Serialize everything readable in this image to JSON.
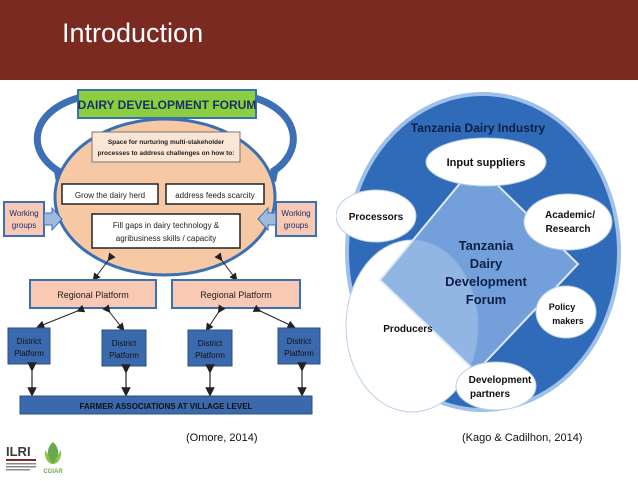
{
  "header": {
    "title": "Introduction"
  },
  "left_figure": {
    "forum_title": "DAIRY DEVELOPMENT FORUM",
    "space_text_line1": "Space for nurturing multi-stakeholder",
    "space_text_line2": "processes to address challenges on how to:",
    "box_grow": "Grow the dairy herd",
    "box_feeds": "address feeds scarcity",
    "box_fill_line1": "Fill gaps in dairy technology &",
    "box_fill_line2": "agribusiness skills / capacity",
    "working_groups_line1": "Working",
    "working_groups_line2": "groups",
    "regional_platform": "Regional Platform",
    "district_line1": "District",
    "district_line2": "Platform",
    "farmer_associations": "FARMER ASSOCIATIONS AT VILLAGE LEVEL"
  },
  "right_figure": {
    "title": "Tanzania Dairy Industry",
    "input_suppliers": "Input suppliers",
    "processors": "Processors",
    "academic_line1": "Academic/",
    "academic_line2": "Research",
    "center_line1": "Tanzania",
    "center_line2": "Dairy",
    "center_line3": "Development",
    "center_line4": "Forum",
    "producers": "Producers",
    "policy_line1": "Policy",
    "policy_line2": "makers",
    "dev_line1": "Development",
    "dev_line2": "partners"
  },
  "captions": {
    "left": "(Omore, 2014)",
    "right": "(Kago & Cadilhon, 2014)"
  },
  "logos": {
    "ilri": "ILRI",
    "cgiar": "CGIAR"
  },
  "colors": {
    "header": "#7b2a22",
    "forum_green": "#8bcf3f",
    "oval_peach": "#f6c9a4",
    "platform_peach": "#f9c9b3",
    "district_blue": "#3b69ae",
    "industry_blue": "#2f6bb8"
  }
}
